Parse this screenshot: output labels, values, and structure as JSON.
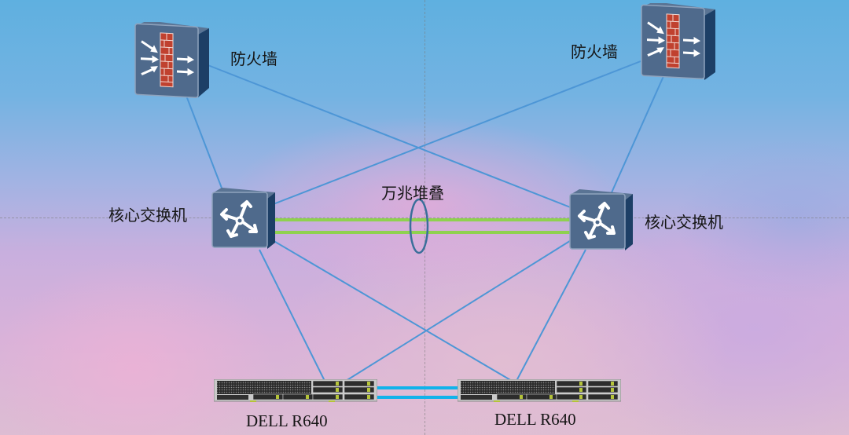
{
  "diagram": {
    "nodes": {
      "firewall_left": {
        "label": "防火墙",
        "type": "firewall"
      },
      "firewall_right": {
        "label": "防火墙",
        "type": "firewall"
      },
      "core_left": {
        "label": "核心交换机",
        "type": "core-switch"
      },
      "core_right": {
        "label": "核心交换机",
        "type": "core-switch"
      },
      "server_left": {
        "label": "DELL R640",
        "type": "server"
      },
      "server_right": {
        "label": "DELL R640",
        "type": "server"
      }
    },
    "stack_label": "万兆堆叠",
    "edges": [
      {
        "from": "firewall_left",
        "to": "core_left",
        "style": "uplink"
      },
      {
        "from": "firewall_left",
        "to": "core_right",
        "style": "uplink"
      },
      {
        "from": "firewall_right",
        "to": "core_left",
        "style": "uplink"
      },
      {
        "from": "firewall_right",
        "to": "core_right",
        "style": "uplink"
      },
      {
        "from": "core_left",
        "to": "core_right",
        "style": "stack-10G",
        "count": 2
      },
      {
        "from": "core_left",
        "to": "server_left",
        "style": "uplink"
      },
      {
        "from": "core_left",
        "to": "server_right",
        "style": "uplink"
      },
      {
        "from": "core_right",
        "to": "server_left",
        "style": "uplink"
      },
      {
        "from": "core_right",
        "to": "server_right",
        "style": "uplink"
      },
      {
        "from": "server_left",
        "to": "server_right",
        "style": "direct",
        "count": 2
      }
    ],
    "colors": {
      "uplink": "#4d96d6",
      "stack": "#8fd14f",
      "direct": "#11b2ea",
      "stack_ellipse": "#3a6f9a",
      "device_face": "#4f6a8c",
      "device_side": "#1d3f66",
      "firewall_brick": "#c0412f"
    }
  }
}
